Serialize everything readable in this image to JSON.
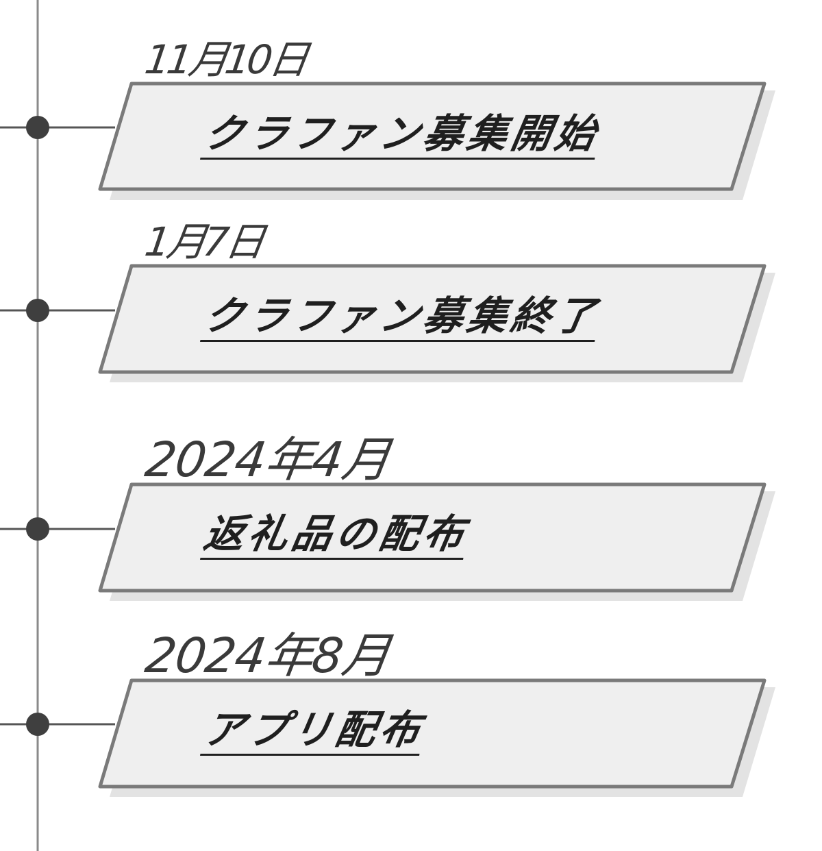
{
  "colors": {
    "axis_line": "#8a8a8a",
    "connector_line": "#555555",
    "node_dot": "#3f3f3f",
    "banner_fill": "#efefef",
    "banner_border": "#7a7a7a",
    "banner_shadow": "#e3e3e3",
    "date_text": "#3a3a3a",
    "title_text": "#1f1f1f"
  },
  "events": [
    {
      "date": "11月10日",
      "title": "クラファン募集開始"
    },
    {
      "date": "1月7日",
      "title": "クラファン募集終了"
    },
    {
      "date": "2024年4月",
      "title": "返礼品の配布"
    },
    {
      "date": "2024年8月",
      "title": "アプリ配布"
    }
  ]
}
